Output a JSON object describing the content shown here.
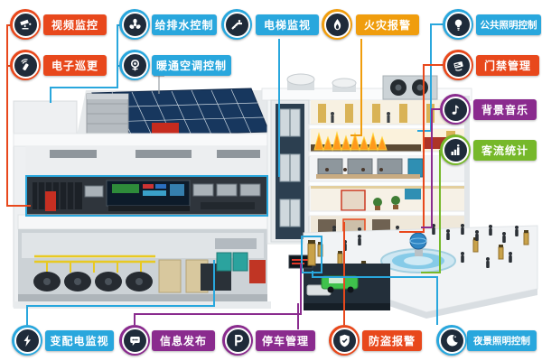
{
  "diagram_type": "smart-building management systems infographic",
  "palette": {
    "red": "#e8481c",
    "blue": "#29a7dd",
    "orange": "#f09d0d",
    "purple": "#8a2b8e",
    "green": "#76b82a",
    "badge_inner": "#1f2b3a",
    "highlight_box": "#29a7dd"
  },
  "systems": [
    {
      "id": "video",
      "label": "视频监控",
      "color": "red",
      "icon": "cctv-camera-icon"
    },
    {
      "id": "patrol",
      "label": "电子巡更",
      "color": "red",
      "icon": "patrol-device-icon"
    },
    {
      "id": "water",
      "label": "给排水控制",
      "color": "blue",
      "icon": "fan-icon"
    },
    {
      "id": "hvac",
      "label": "暖通空调控制",
      "color": "blue",
      "icon": "gauge-icon"
    },
    {
      "id": "elevator",
      "label": "电梯监视",
      "color": "blue",
      "icon": "escalator-icon"
    },
    {
      "id": "fire",
      "label": "火灾报警",
      "color": "orange",
      "icon": "flame-icon"
    },
    {
      "id": "publight",
      "label": "公共照明控制",
      "color": "blue",
      "icon": "lightbulb-icon"
    },
    {
      "id": "access",
      "label": "门禁管理",
      "color": "red",
      "icon": "access-card-icon"
    },
    {
      "id": "music",
      "label": "背景音乐",
      "color": "purple",
      "icon": "music-note-icon"
    },
    {
      "id": "flow",
      "label": "客流统计",
      "color": "green",
      "icon": "bar-chart-icon"
    },
    {
      "id": "power",
      "label": "变配电监视",
      "color": "blue",
      "icon": "lightning-icon"
    },
    {
      "id": "info",
      "label": "信息发布",
      "color": "purple",
      "icon": "speech-bubble-icon"
    },
    {
      "id": "parking",
      "label": "停车管理",
      "color": "purple",
      "icon": "parking-icon"
    },
    {
      "id": "burglar",
      "label": "防盗报警",
      "color": "red",
      "icon": "shield-icon"
    },
    {
      "id": "night",
      "label": "夜景照明控制",
      "color": "blue",
      "icon": "moon-icon"
    }
  ]
}
